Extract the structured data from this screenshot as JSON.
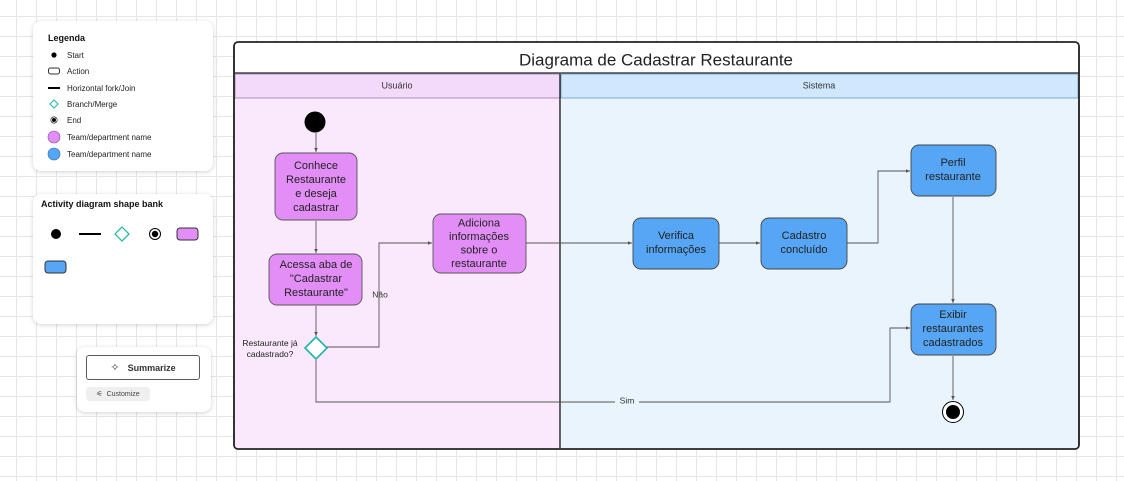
{
  "legend": {
    "title": "Legenda",
    "items": [
      {
        "shape": "start-dot",
        "label": "Start"
      },
      {
        "shape": "action-rect",
        "label": "Action"
      },
      {
        "shape": "fork-bar",
        "label": "Horizontal fork/Join"
      },
      {
        "shape": "branch-diamond",
        "label": "Branch/Merge"
      },
      {
        "shape": "end-dot",
        "label": "End"
      },
      {
        "shape": "team-circle",
        "label": "Team/department name",
        "color": "#e38ef7"
      },
      {
        "shape": "team-circle",
        "label": "Team/department name",
        "color": "#56a6f5"
      }
    ]
  },
  "shape_bank": {
    "title": "Activity diagram shape bank",
    "shapes": [
      "start-dot",
      "fork-bar",
      "branch-diamond",
      "end-dot",
      "action-purple",
      "action-blue"
    ]
  },
  "summarize": {
    "summarize_label": "Summarize",
    "summarize_icon": "sparkle-icon",
    "customize_label": "Customize",
    "customize_icon": "sliders-icon"
  },
  "diagram": {
    "title": "Diagrama de Cadastrar Restaurante",
    "lanes": [
      {
        "name": "Usuário",
        "color": "#fae9fd",
        "header_color": "#f3d9fa"
      },
      {
        "name": "Sistema",
        "color": "#e9f4fd",
        "header_color": "#cfe8fd"
      }
    ],
    "nodes": {
      "conhece": {
        "lines": [
          "Conhece",
          "Restaurante",
          "e deseja",
          "cadastrar"
        ]
      },
      "acessa": {
        "lines": [
          "Acessa aba de",
          "\"Cadastrar",
          "Restaurante\""
        ]
      },
      "adiciona": {
        "lines": [
          "Adiciona",
          "informações",
          "sobre o",
          "restaurante"
        ]
      },
      "verifica": {
        "lines": [
          "Verifica",
          "informações"
        ]
      },
      "concluido": {
        "lines": [
          "Cadastro",
          "concluído"
        ]
      },
      "perfil": {
        "lines": [
          "Perfil",
          "restaurante"
        ]
      },
      "exibir": {
        "lines": [
          "Exibir",
          "restaurantes",
          "cadastrados"
        ]
      },
      "decision": {
        "lines": [
          "Restaurante já",
          "cadastrado?"
        ]
      }
    },
    "edge_labels": {
      "nao": "Não",
      "sim": "Sim"
    },
    "colors": {
      "user_action": "#e38ef7",
      "system_action": "#56a6f5",
      "branch": "#1fb3a8",
      "line": "#444444"
    }
  }
}
